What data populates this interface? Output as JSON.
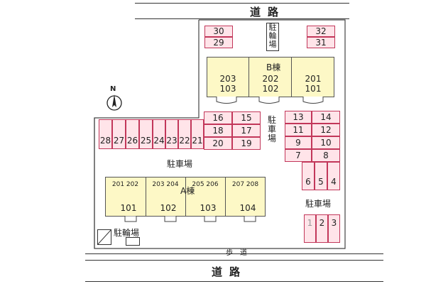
{
  "roads": {
    "top": "道路",
    "bottom": "道路",
    "sidewalk": "歩道"
  },
  "labels": {
    "bike_top": "駐輪場",
    "bike_bottom": "駐輪場",
    "parking_center": "駐車場",
    "parking_right_vertical": "駐車場",
    "parking_bottom_right": "駐車場",
    "building_b": "B棟",
    "building_a": "A棟"
  },
  "north": "N",
  "building_b_units": [
    {
      "upper": "203",
      "lower": "103"
    },
    {
      "upper": "202",
      "lower": "102"
    },
    {
      "upper": "201",
      "lower": "101"
    }
  ],
  "building_a_units": [
    {
      "upper": "201 202",
      "lower": "101"
    },
    {
      "upper": "203 204",
      "lower": "102"
    },
    {
      "upper": "205 206",
      "lower": "103"
    },
    {
      "upper": "207 208",
      "lower": "104"
    }
  ],
  "parking_stalls": {
    "top_left": [
      "30",
      "29"
    ],
    "top_right": [
      "32",
      "31"
    ],
    "center_grid": [
      [
        "16",
        "15"
      ],
      [
        "18",
        "17"
      ],
      [
        "20",
        "19"
      ]
    ],
    "left_row": [
      "28",
      "27",
      "26",
      "25",
      "24",
      "23",
      "22",
      "21"
    ],
    "right_grid": [
      [
        "13",
        "14"
      ],
      [
        "11",
        "12"
      ],
      [
        "9",
        "10"
      ],
      [
        "7",
        "8"
      ]
    ],
    "right_vertical": [
      "6",
      "5",
      "4"
    ],
    "bottom_right": [
      "1",
      "2",
      "3"
    ]
  },
  "colors": {
    "stall_border": "#c2375a",
    "stall_fill": "#ffe4e9",
    "building_fill": "#fdf8c6"
  }
}
